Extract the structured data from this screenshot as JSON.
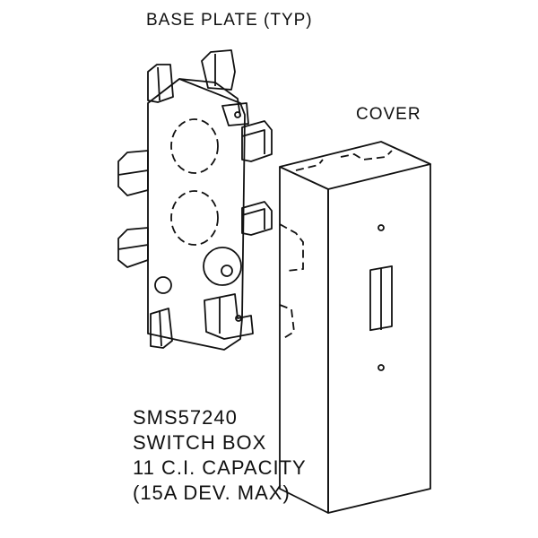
{
  "labels": {
    "base_plate": "BASE PLATE (TYP)",
    "cover": "COVER"
  },
  "description": {
    "part_number": "SMS57240",
    "name": "SWITCH BOX",
    "capacity": "11 C.I. CAPACITY",
    "rating": "(15A DEV. MAX)"
  }
}
